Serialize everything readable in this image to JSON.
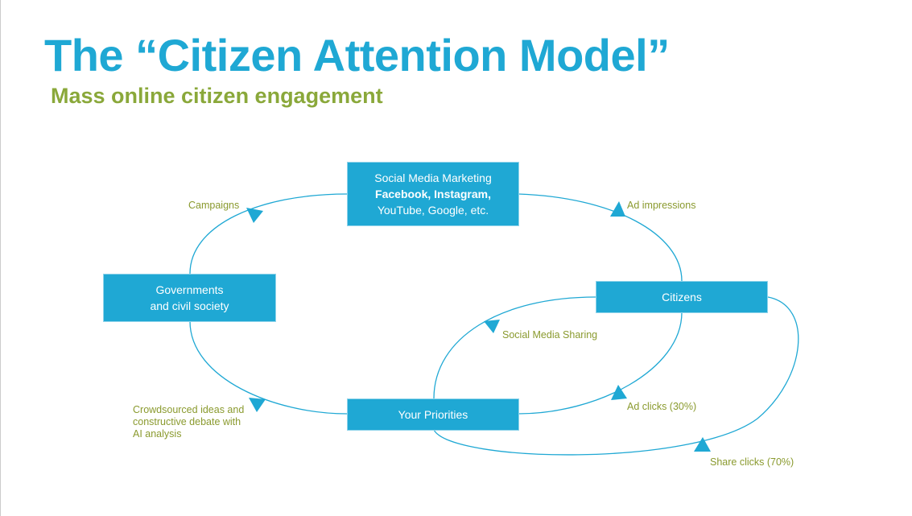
{
  "title": "The “Citizen Attention Model”",
  "subtitle": "Mass online citizen engagement",
  "nodes": {
    "smm": {
      "line1": "Social Media Marketing",
      "line2": "Facebook, Instagram,",
      "line3": "YouTube, Google, etc."
    },
    "gov": {
      "line1": "Governments",
      "line2": "and civil society"
    },
    "citizens": {
      "label": "Citizens"
    },
    "priorities": {
      "label": "Your Priorities"
    }
  },
  "edges": {
    "campaigns": "Campaigns",
    "ad_impressions": "Ad impressions",
    "social_sharing": "Social Media Sharing",
    "ad_clicks": "Ad clicks (30%)",
    "share_clicks": "Share clicks (70%)",
    "crowdsourced_1": "Crowdsourced ideas and",
    "crowdsourced_2": "constructive debate with",
    "crowdsourced_3": "AI analysis"
  },
  "colors": {
    "accent": "#1fa8d4",
    "label": "#8a9a2e",
    "subtitle": "#8aa83a"
  }
}
